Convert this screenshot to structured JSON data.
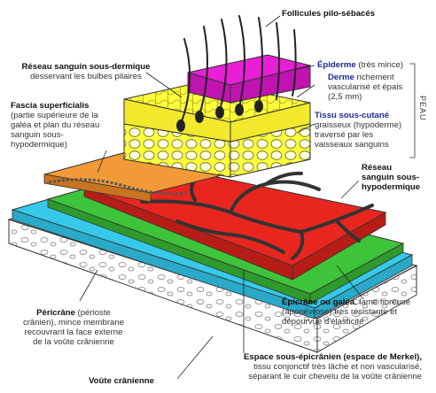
{
  "labels": {
    "follicules": {
      "title": "Follicules pilo-sébacés"
    },
    "reseau_sous_dermique": {
      "title": "Réseau sanguin sous-dermique",
      "desc": "desservant les bulbes pilaires"
    },
    "epiderme": {
      "title": "Épiderme",
      "desc": "(très mince)"
    },
    "derme": {
      "title": "Derme",
      "desc": "richement",
      "desc2": "vascularisé et épais",
      "desc3": "(2,5 mm)"
    },
    "tissu": {
      "title": "Tissu sous-cutané",
      "desc": "graisseux (hypoderme)",
      "desc2": "traversé par les",
      "desc3": "vaisseaux sanguins"
    },
    "peau": "PEAU",
    "fascia": {
      "title": "Fascia superficialis",
      "desc": "(partie supérieure de la",
      "desc2": "galéa et plan du réseau",
      "desc3": "sanguin sous-",
      "desc4": "hypodermique)"
    },
    "reseau_sous_hypo": {
      "title": "Réseau",
      "title2": "sanguin sous-",
      "title3": "hypodermique"
    },
    "pericrane": {
      "title": "Péricrâne",
      "desc": "(périoste",
      "desc2": "crânien), mince membrane",
      "desc3": "recouvrant la face externe",
      "desc4": "de la voûte crânienne"
    },
    "epicrane": {
      "title": "Épicrâne ou galéa",
      "desc": ", lame fibreuse",
      "desc2": "(aponévrose) très résistante et",
      "desc3": "dépourvue d'élasticité"
    },
    "espace": {
      "title": "Espace sous-épicrânien (espace de Merkel),",
      "desc": "tissu conjonctif très lâche et non vascularisé,",
      "desc2": "séparant le cuir chevelu de la voûte crânienne"
    },
    "voute": {
      "title": "Voûte crânienne"
    }
  },
  "colors": {
    "epidermis": "#e81fd6",
    "dermis": "#ffff3c",
    "fascia": "#f39a38",
    "galea": "#e8261f",
    "subgaleal": "#3ec43a",
    "pericranium": "#36c9ea",
    "bone": "#ecedf0",
    "vessel": "#333333"
  }
}
